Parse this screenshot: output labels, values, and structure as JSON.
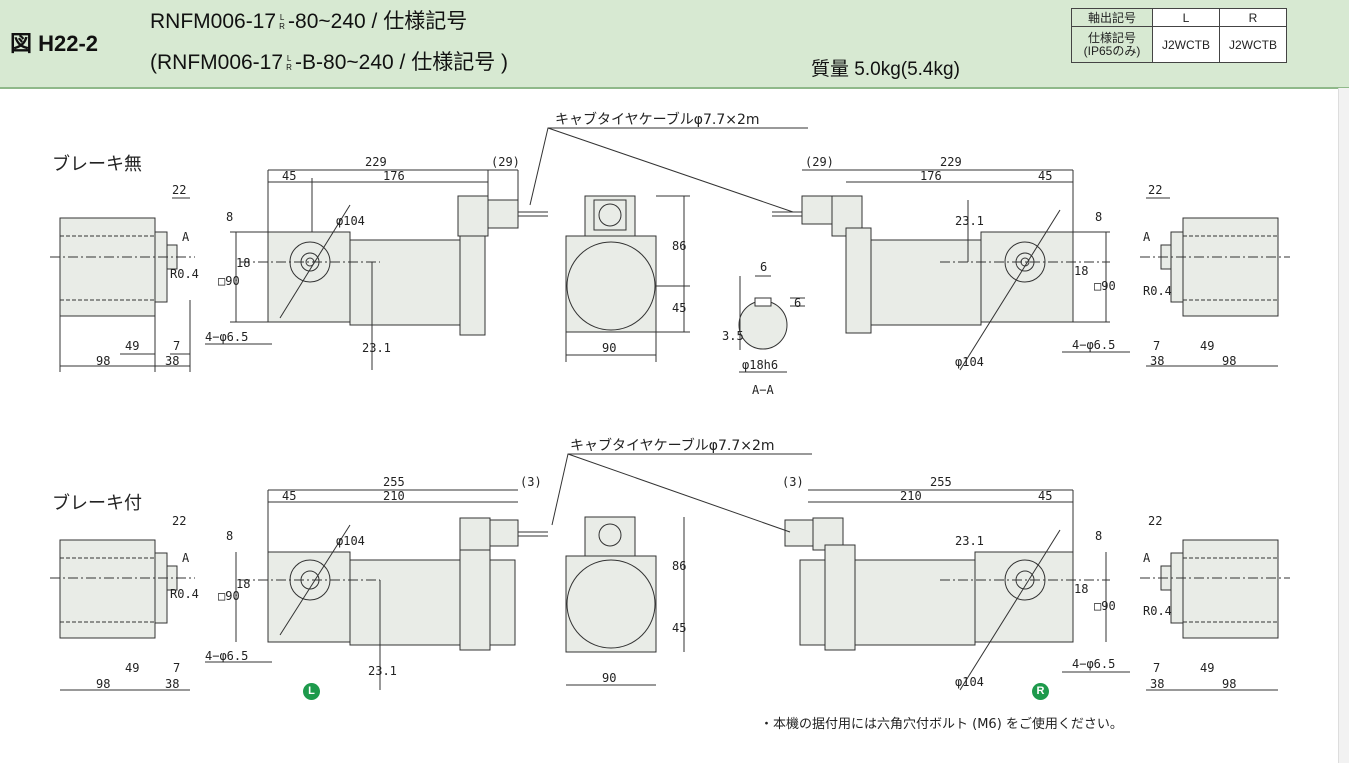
{
  "header": {
    "figure_label": "図 H22-2",
    "title_line1_a": "RNFM006-17",
    "title_line1_b": "-80~240 / 仕様記号",
    "title_line2_a": "(RNFM006-17",
    "title_line2_b": "-B-80~240 / 仕様記号 )",
    "lr_top": "L",
    "lr_bottom": "R",
    "mass": "質量 5.0kg(5.4kg)",
    "spec_table": {
      "row1_label": "軸出記号",
      "row1_l": "L",
      "row1_r": "R",
      "row2_label_a": "仕様記号",
      "row2_label_b": "(IP65のみ)",
      "row2_l": "J2WCTB",
      "row2_r": "J2WCTB"
    }
  },
  "sections": {
    "no_brake": "ブレーキ無",
    "with_brake": "ブレーキ付"
  },
  "cable_label": "キャブタイヤケーブルφ7.7×2m",
  "dims": {
    "d229": "229",
    "d29": "(29)",
    "d45": "45",
    "d176": "176",
    "d255": "255",
    "d3": "(3)",
    "d210": "210",
    "d22": "22",
    "d8": "8",
    "d90sq": "□90",
    "d18": "18",
    "d104": "φ104",
    "hole": "4−φ6.5",
    "d23_1": "23.1",
    "d49": "49",
    "d7": "7",
    "d98": "98",
    "d38": "38",
    "r04": "R0.4",
    "a": "A",
    "d86": "86",
    "d90": "90",
    "d6": "6",
    "d3_5": "3.5",
    "shaft": "φ18h6",
    "aa": "A−A"
  },
  "badges": {
    "left": "L",
    "right": "R"
  },
  "note": "・本機の据付用には六角穴付ボルト (M6) をご使用ください。",
  "colors": {
    "header_bg": "#d7e9d2",
    "body_fill": "#e9ece7",
    "badge": "#1e9a4c"
  }
}
